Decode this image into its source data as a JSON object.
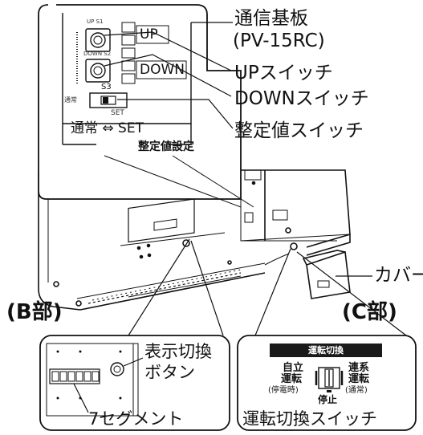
{
  "inset_top": {
    "switch_labels": {
      "up_s1": "UP  S1",
      "down_s2": "DOWN S2",
      "s3": "S3",
      "normal_small": "通常",
      "set_small": "SET"
    },
    "up_text": "UP",
    "down_text": "DOWN",
    "mode_text": "通常 ⇔ SET",
    "setting_text": "整定値設定"
  },
  "callouts": {
    "board_line1": "通信基板",
    "board_line2": "(PV-15RC)",
    "up_switch": "UPスイッチ",
    "down_switch": "DOWNスイッチ",
    "setting_switch": "整定値スイッチ",
    "cover": "カバー"
  },
  "parts": {
    "b": "(B部)",
    "c": "(C部)"
  },
  "inset_b": {
    "display_button_line1": "表示切換",
    "display_button_line2": "ボタン",
    "seven_segment": "7セグメント"
  },
  "inset_c": {
    "header": "運転切換",
    "left_line1": "自立",
    "left_line2": "運転",
    "left_line3": "(停電時)",
    "right_line1": "連系",
    "right_line2": "運転",
    "right_line3": "(通常)",
    "stop": "停止",
    "switch_label": "運転切換スイッチ"
  }
}
